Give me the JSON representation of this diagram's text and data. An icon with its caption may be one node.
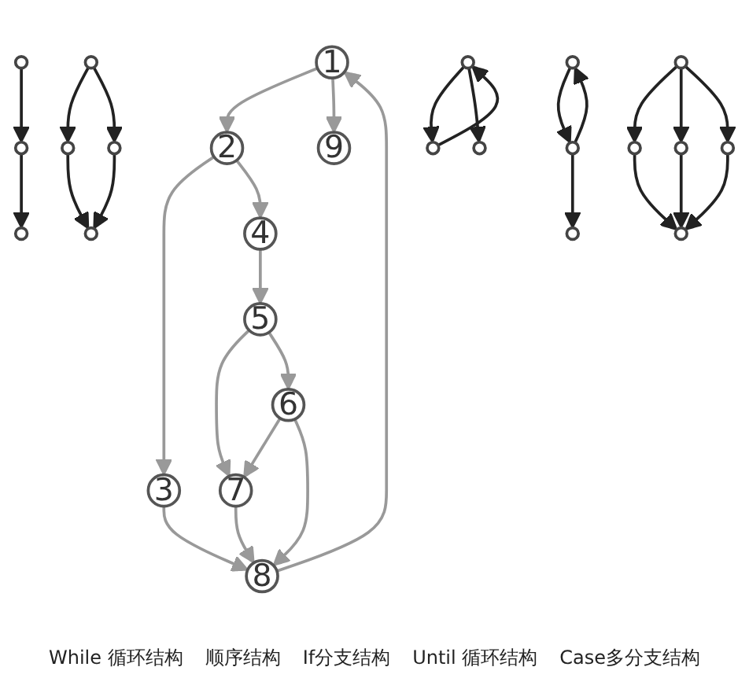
{
  "diagram": {
    "nodes": [
      {
        "text": [
          "1"
        ]
      },
      {
        "text": [
          "2"
        ]
      },
      {
        "text": [
          "3"
        ]
      },
      {
        "text": [
          "4"
        ]
      },
      {
        "text": [
          "5"
        ]
      },
      {
        "text": [
          "6"
        ]
      },
      {
        "text": [
          "7"
        ]
      },
      {
        "text": [
          "8"
        ]
      },
      {
        "text": [
          "9"
        ]
      },
      {
        "text": [],
        "shape": "circle"
      },
      {
        "text": [],
        "shape": "circle"
      },
      {
        "text": [],
        "shape": "circle"
      },
      {
        "text": [],
        "shape": "circle"
      },
      {
        "text": [],
        "shape": "circle"
      },
      {
        "text": [],
        "shape": "circle"
      },
      {
        "text": [],
        "shape": "circle"
      },
      {
        "text": [],
        "shape": "circle"
      },
      {
        "text": [],
        "shape": "circle"
      },
      {
        "text": [],
        "shape": "circle"
      },
      {
        "text": [],
        "shape": "circle"
      },
      {
        "text": [],
        "shape": "circle"
      },
      {
        "text": [],
        "shape": "circle"
      },
      {
        "text": [],
        "shape": "circle"
      },
      {
        "text": [],
        "shape": "circle"
      },
      {
        "text": [],
        "shape": "circle"
      },
      {
        "text": [],
        "shape": "circle"
      },
      {
        "text": [],
        "shape": "circle"
      }
    ],
    "edges": [
      {
        "from": 0,
        "to": 1,
        "arrow": "to",
        "color": "#999999"
      },
      {
        "from": 0,
        "to": 8,
        "arrow": "to",
        "color": "#999999"
      },
      {
        "from": 1,
        "to": 2,
        "arrow": "to",
        "color": "#999999"
      },
      {
        "from": 1,
        "to": 3,
        "arrow": "to",
        "color": "#999999"
      },
      {
        "from": 2,
        "to": 7,
        "arrow": "to",
        "color": "#999999"
      },
      {
        "from": 3,
        "to": 4,
        "arrow": "to",
        "color": "#999999"
      },
      {
        "from": 4,
        "to": 6,
        "arrow": "to",
        "color": "#999999"
      },
      {
        "from": 4,
        "to": 5,
        "arrow": "to",
        "color": "#999999"
      },
      {
        "from": 5,
        "to": 6,
        "arrow": "to",
        "color": "#999999"
      },
      {
        "from": 5,
        "to": 7,
        "arrow": "to",
        "color": "#999999"
      },
      {
        "from": 6,
        "to": 7,
        "arrow": "to",
        "color": "#999999"
      },
      {
        "from": 7,
        "to": 0,
        "arrow": "to",
        "color": "#999999"
      },
      {
        "from": 9,
        "to": 10,
        "arrow": "to"
      },
      {
        "from": 10,
        "to": 11,
        "arrow": "to"
      },
      {
        "from": 12,
        "to": 13,
        "arrow": "to"
      },
      {
        "from": 12,
        "to": 14,
        "arrow": "to"
      },
      {
        "from": 13,
        "to": 15,
        "arrow": "to"
      },
      {
        "from": 14,
        "to": 15,
        "arrow": "to"
      },
      {
        "from": 16,
        "to": 17,
        "arrow": "to"
      },
      {
        "from": 17,
        "to": 16,
        "arrow": "to"
      },
      {
        "from": 16,
        "to": 18,
        "arrow": "to"
      },
      {
        "from": 19,
        "to": 20,
        "arrow": "to"
      },
      {
        "from": 20,
        "to": 19,
        "arrow": "to"
      },
      {
        "from": 20,
        "to": 21,
        "arrow": "to"
      },
      {
        "from": 22,
        "to": 23,
        "arrow": "to"
      },
      {
        "from": 22,
        "to": 24,
        "arrow": "to"
      },
      {
        "from": 22,
        "to": 25,
        "arrow": "to"
      },
      {
        "from": 23,
        "to": 26,
        "arrow": "to"
      },
      {
        "from": 24,
        "to": 26,
        "arrow": "to"
      },
      {
        "from": 25,
        "to": 26,
        "arrow": "to"
      }
    ],
    "labels": [
      "While 循环结构",
      "顺序结构",
      "If分支结构",
      "Until 循环结构",
      "Case多分支结构"
    ]
  }
}
